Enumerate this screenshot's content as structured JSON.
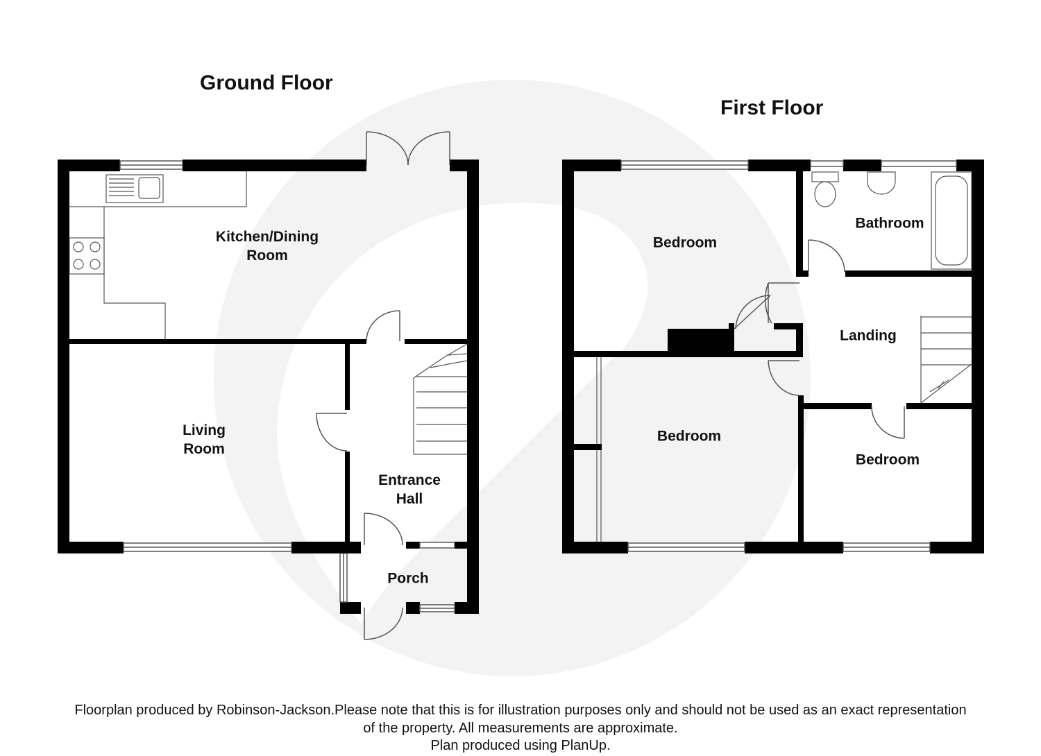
{
  "floors": {
    "ground": {
      "title": "Ground Floor",
      "rooms": {
        "kitchen": "Kitchen/Dining\nRoom",
        "living": "Living\nRoom",
        "hall": "Entrance\nHall",
        "porch": "Porch"
      }
    },
    "first": {
      "title": "First Floor",
      "rooms": {
        "bedroom_1": "Bedroom",
        "bathroom": "Bathroom",
        "landing": "Landing",
        "bedroom_2": "Bedroom",
        "bedroom_3": "Bedroom"
      }
    }
  },
  "footer": {
    "line1": "Floorplan produced by Robinson-Jackson.Please note that this is for illustration purposes only and should not be used as an exact representation",
    "line2": "of the property. All measurements are approximate.",
    "line3": "Plan produced using PlanUp."
  },
  "colors": {
    "wall": "#000000",
    "line": "#555555",
    "watermark": "#f3f3f3"
  }
}
